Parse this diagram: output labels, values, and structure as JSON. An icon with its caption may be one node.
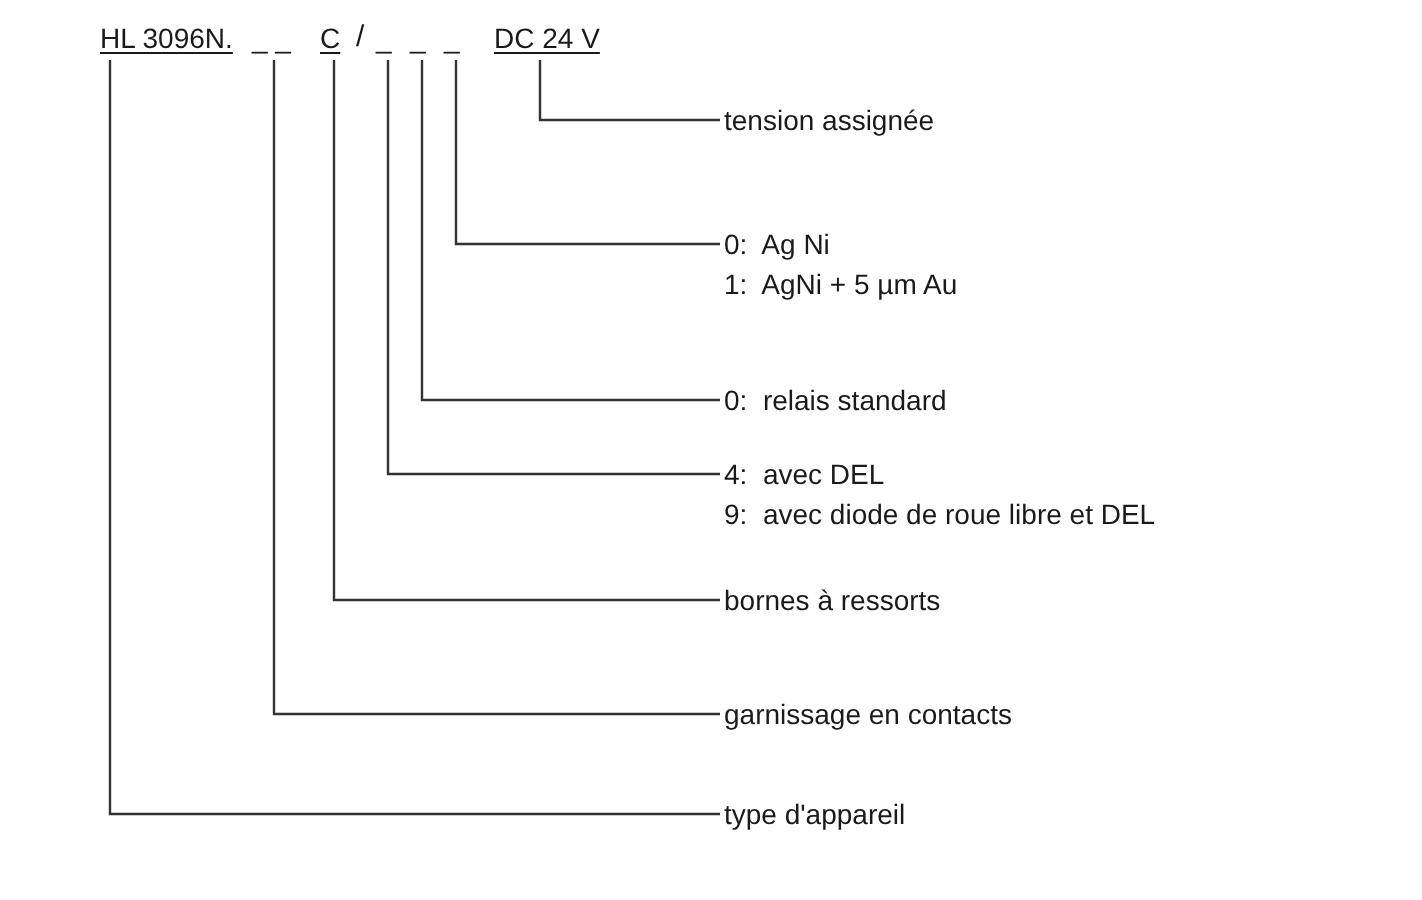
{
  "diagram": {
    "nodes": [
      {
        "text": [
          "HL 3096N."
        ]
      },
      {
        "text": [
          "_ _"
        ]
      },
      {
        "text": [
          "C"
        ]
      },
      {
        "text": [
          "_"
        ]
      },
      {
        "text": [
          "_"
        ]
      },
      {
        "text": [
          "_"
        ]
      },
      {
        "text": [
          "DC 24 V"
        ]
      },
      {
        "text": [
          "tension assignée"
        ]
      },
      {
        "text": [
          "0:  Ag Ni",
          "1:  AgNi + 5 µm Au"
        ]
      },
      {
        "text": [
          "0:  relais standard"
        ]
      },
      {
        "text": [
          "4:  avec DEL",
          "9:  avec diode de roue libre et DEL"
        ]
      },
      {
        "text": [
          "bornes à ressorts"
        ]
      },
      {
        "text": [
          "garnissage en contacts"
        ]
      },
      {
        "text": [
          "type d'appareil"
        ]
      }
    ],
    "edges": [
      {
        "from": 6,
        "to": 7,
        "arrow": "none"
      },
      {
        "from": 5,
        "to": 8,
        "arrow": "none"
      },
      {
        "from": 4,
        "to": 9,
        "arrow": "none"
      },
      {
        "from": 3,
        "to": 10,
        "arrow": "none"
      },
      {
        "from": 2,
        "to": 11,
        "arrow": "none"
      },
      {
        "from": 1,
        "to": 12,
        "arrow": "none"
      },
      {
        "from": 0,
        "to": 13,
        "arrow": "none"
      }
    ],
    "labels": [
      "/"
    ]
  }
}
